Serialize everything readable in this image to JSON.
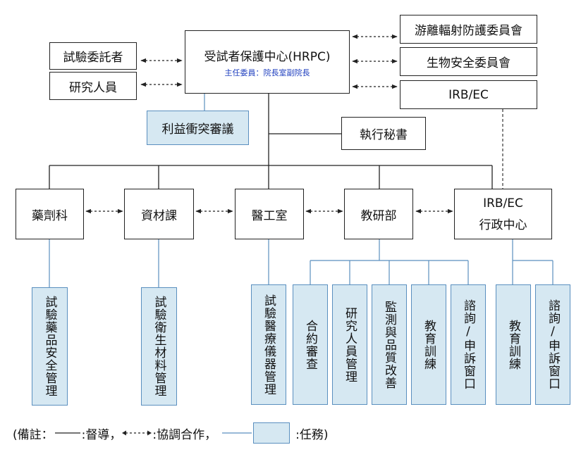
{
  "center": {
    "title": "受試者保護中心(HRPC)",
    "subtitle": "主任委員：院長室副院長"
  },
  "left_parties": [
    "試驗委託者",
    "研究人員"
  ],
  "committees": [
    "游離輻射防護委員會",
    "生物安全委員會",
    "IRB/EC"
  ],
  "conflict_review": "利益衝突審議",
  "exec_secretary": "執行秘書",
  "units": [
    "藥劑科",
    "資材課",
    "醫工室",
    "教研部"
  ],
  "irb_office": {
    "line1": "IRB/EC",
    "line2": "行政中心"
  },
  "tasks": {
    "pharmacy": "試驗藥品安全管理",
    "materials": "試驗衛生材料管理",
    "engineering": "試驗醫療儀器管理",
    "education": [
      "合約審查",
      "研究人員管理",
      "監測與品質改善",
      "教育訓練",
      "諮詢/申訴窗口"
    ],
    "irb": [
      "教育訓練",
      "諮詢/申訴窗口"
    ]
  },
  "legend": {
    "prefix": "(備註：",
    "supervise": ":督導，",
    "coordinate": ":協調合作，",
    "task": ":任務)"
  }
}
